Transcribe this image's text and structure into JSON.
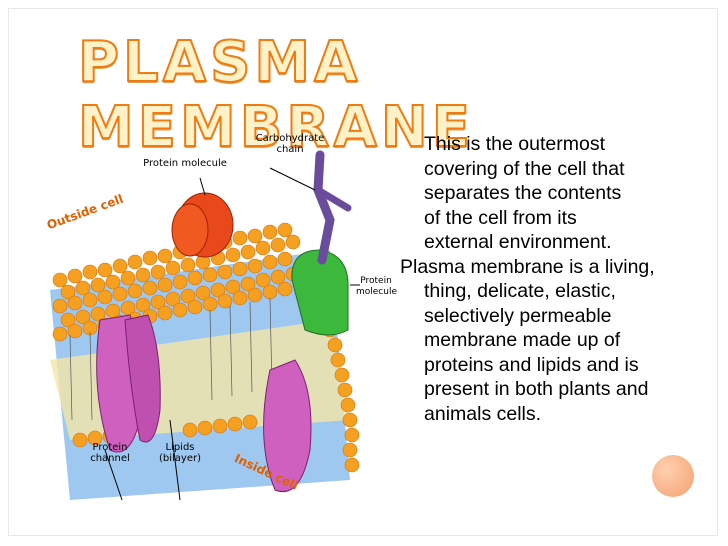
{
  "slide": {
    "title": "PLASMA  MEMBRANE",
    "paragraph1": [
      "This is the outermost",
      "covering of the cell that",
      "separates the contents",
      "of the cell from its",
      "external environment."
    ],
    "paragraph2": "Plasma membrane is a living, thing, delicate, elastic, selectively permeable membrane made up of proteins and lipids and is present in both plants and animals cells."
  },
  "diagram": {
    "label_carbohydrate": "Carbohydrate chain",
    "label_protein_top": "Protein molecule",
    "label_outside": "Outside cell",
    "label_protein_right": "Protein molecule",
    "label_channel": "Protein channel",
    "label_lipids": "Lipids (bilayer)",
    "label_inside": "Inside cell"
  },
  "colors": {
    "title_fill": "#fff2c8",
    "title_stroke": "#f07b10",
    "lipid": "#f59a1a",
    "protein_red": "#e8481a",
    "protein_green": "#3cb83c",
    "channel_pink": "#d060c0"
  }
}
